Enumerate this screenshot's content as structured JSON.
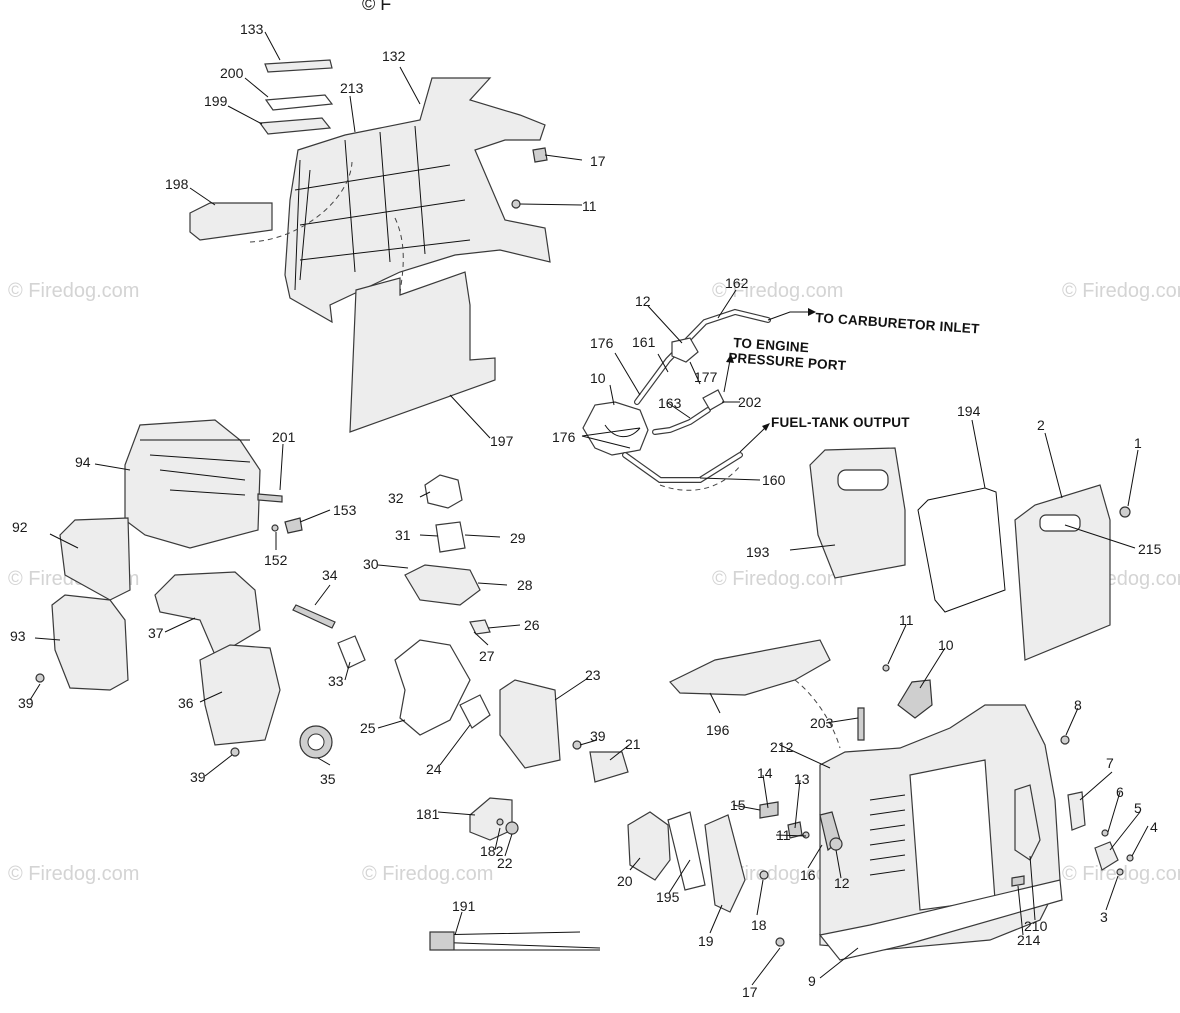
{
  "header": {
    "copyright_fragment": "© F"
  },
  "watermarks": [
    "© Firedog.com",
    "© Firedog.com",
    "© Firedog.com",
    "© Firedog.com",
    "© Firedog.com",
    "© Firedog.com",
    "© Firedog.com",
    "© Firedog.com",
    "© Firedog.com",
    "© Firedog.com"
  ],
  "callouts": [
    "TO CARBURETOR INLET",
    "TO ENGINE",
    "PRESSURE PORT",
    "FUEL-TANK OUTPUT"
  ],
  "labels": [
    "133",
    "200",
    "199",
    "213",
    "132",
    "17",
    "11",
    "198",
    "197",
    "162",
    "12",
    "176",
    "161",
    "177",
    "10",
    "163",
    "202",
    "176",
    "160",
    "94",
    "201",
    "153",
    "92",
    "152",
    "32",
    "31",
    "29",
    "30",
    "28",
    "34",
    "26",
    "27",
    "33",
    "37",
    "93",
    "39",
    "36",
    "39",
    "25",
    "35",
    "24",
    "23",
    "39",
    "21",
    "181",
    "182",
    "22",
    "191",
    "193",
    "194",
    "2",
    "1",
    "215",
    "11",
    "10",
    "196",
    "8",
    "203",
    "212",
    "7",
    "14",
    "13",
    "6",
    "5",
    "15",
    "4",
    "11",
    "16",
    "12",
    "20",
    "195",
    "18",
    "19",
    "214",
    "210",
    "3",
    "17",
    "9"
  ],
  "colors": {
    "ink": "#1a1a1a",
    "line": "#3a3a3a",
    "watermark": "#d4d4d4",
    "background": "#ffffff"
  }
}
